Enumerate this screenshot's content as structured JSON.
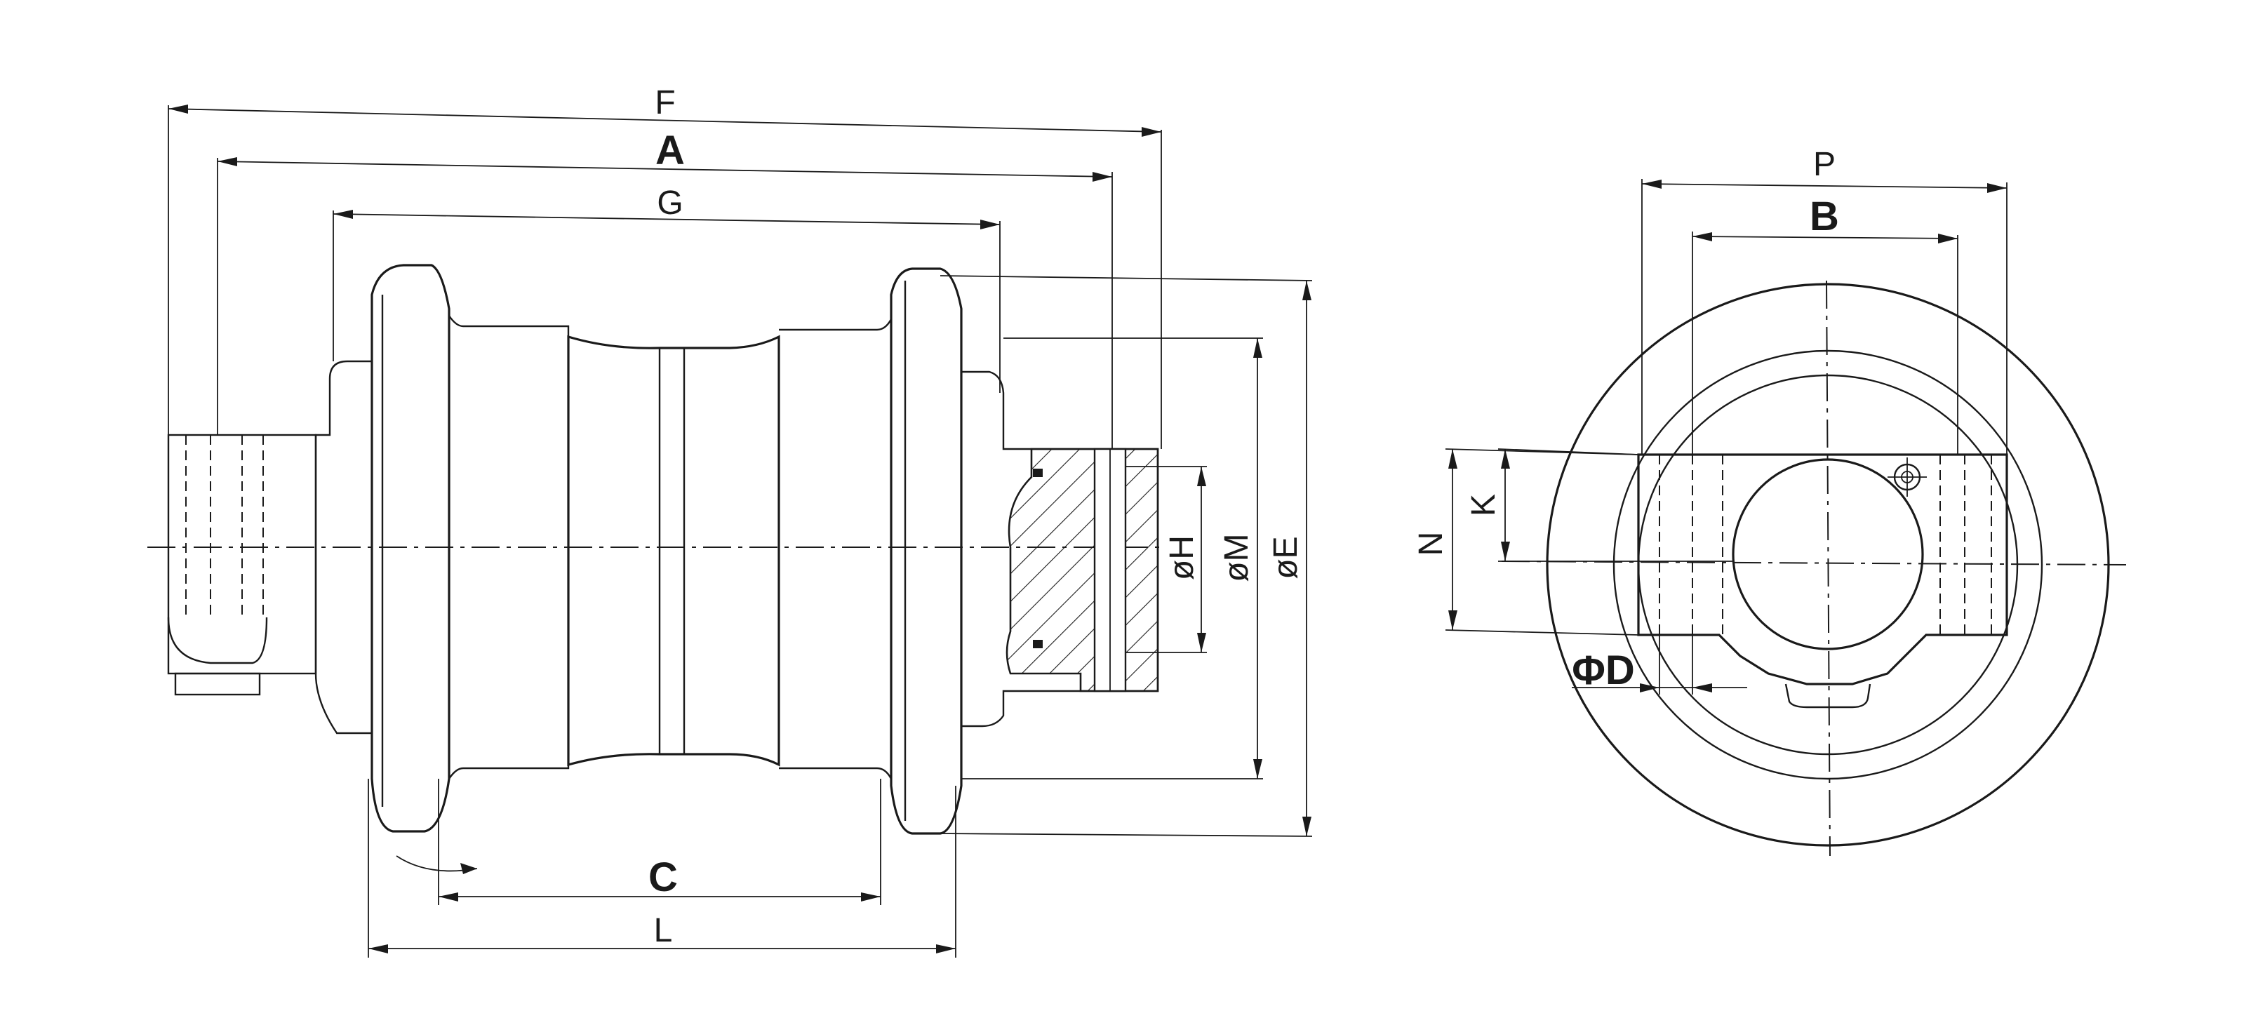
{
  "labels": {
    "F": "F",
    "A": "A",
    "G": "G",
    "C": "C",
    "L": "L",
    "phi_H": "øH",
    "phi_M": "øM",
    "phi_E": "øE",
    "P": "P",
    "B": "B",
    "N": "N",
    "K": "K",
    "phi_D": "ΦD"
  }
}
